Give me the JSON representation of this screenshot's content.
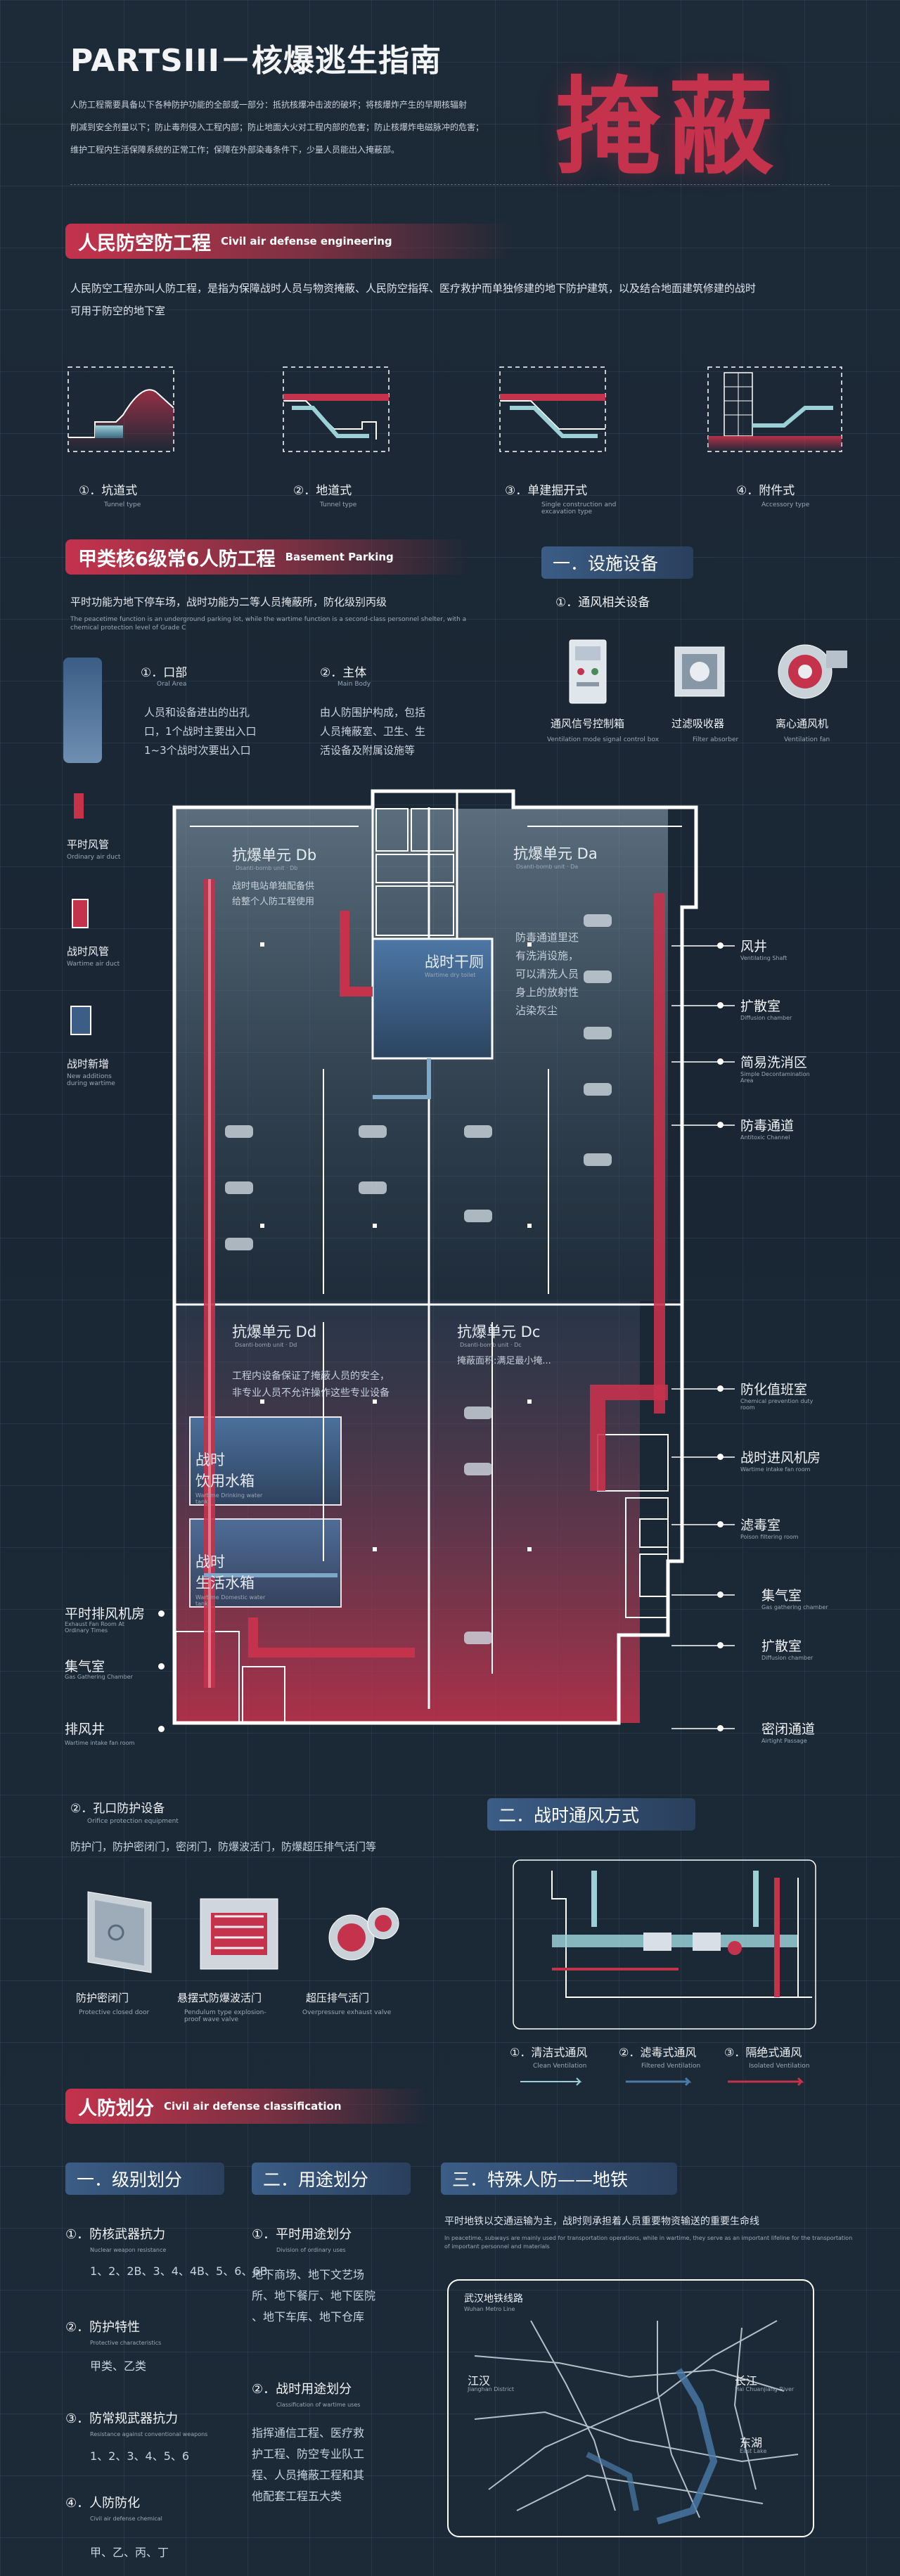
{
  "header": {
    "title": "PARTSIII－核爆逃生指南",
    "big_title": "掩蔽",
    "intro_lines": [
      "人防工程需要具备以下各种防护功能的全部或一部分：抵抗核爆冲击波的破坏；将核爆炸产生的早期核辐射",
      "削减到安全剂量以下；防止毒剂侵入工程内部；防止地面大火对工程内部的危害；防止核爆炸电磁脉冲的危害；",
      "维护工程内生活保障系统的正常工作；保障在外部染毒条件下，少量人员能出入掩蔽部。"
    ]
  },
  "section1": {
    "title_cn": "人民防空防工程",
    "title_en": "Civil air defense engineering",
    "paragraph_lines": [
      "人民防空工程亦叫人防工程，是指为保障战时人员与物资掩蔽、人民防空指挥、医疗救护而单独修建的地下防护建筑，以及结合地面建筑修建的战时",
      "可用于防空的地下室"
    ],
    "types": [
      {
        "label": "①．坑道式",
        "en": "Tunnel type"
      },
      {
        "label": "②．地道式",
        "en": "Tunnel type"
      },
      {
        "label": "③．单建掘开式",
        "en": "Single construction and excavation type"
      },
      {
        "label": "④．附件式",
        "en": "Accessory type"
      }
    ]
  },
  "section2": {
    "title_cn": "甲类核6级常6人防工程",
    "title_en": "Basement Parking",
    "desc_cn": "平时功能为地下停车场，战时功能为二等人员掩蔽所，防化级别丙级",
    "desc_en_1": "The peacetime function is an underground parking lot, while the wartime function is a second-class personnel shelter, with a",
    "desc_en_2": "chemical protection level of Grade C",
    "entrance": {
      "title": "①．口部",
      "en": "Oral Area",
      "lines": [
        "人员和设备进出的出孔",
        "口，1个战时主要出入口",
        "1~3个战时次要出入口"
      ]
    },
    "main": {
      "title": "②．主体",
      "en": "Main Body",
      "lines": [
        "由人防围护构成，包括",
        "人员掩蔽室、卫生、生",
        "活设备及附属设施等"
      ]
    },
    "left_legend": [
      {
        "label": "平时风管",
        "en": "Ordinary air duct"
      },
      {
        "label": "战时风管",
        "en": "Wartime air duct"
      },
      {
        "label": "战时新增",
        "en": "New additions during wartime"
      }
    ]
  },
  "facilities": {
    "title": "一．设施设备",
    "sub": "①．通风相关设备",
    "items": [
      {
        "label": "通风信号控制箱",
        "en": "Ventilation mode signal control box"
      },
      {
        "label": "过滤吸收器",
        "en": "Filter absorber"
      },
      {
        "label": "离心通风机",
        "en": "Ventilation fan"
      }
    ]
  },
  "plan": {
    "units": [
      {
        "name": "抗爆单元 Db",
        "en": "Dsanti-bomb unit · Db",
        "note_lines": [
          "战时电站单独配备供",
          "给整个人防工程使用"
        ]
      },
      {
        "name": "抗爆单元 Da",
        "en": "Dsanti-bomb unit · Da",
        "note_lines": [
          "防毒通道里还",
          "有洗消设施，",
          "可以清洗人员",
          "身上的放射性",
          "沾染灰尘"
        ]
      },
      {
        "name": "抗爆单元 Dd",
        "en": "Dsanti-bomb unit · Dd",
        "note_lines": [
          "工程内设备保证了掩蔽人员的安全，",
          "非专业人员不允许操作这些专业设备"
        ]
      },
      {
        "name": "抗爆单元 Dc",
        "en": "Dsanti-bomb unit · Dc",
        "note_lines": [
          "掩蔽面积:满足最小掩..."
        ]
      }
    ],
    "rooms": [
      {
        "name": "战时干厕",
        "en": "Wartime dry toilet"
      },
      {
        "name": "战时饮用水箱",
        "line1": "战时",
        "line2": "饮用水箱",
        "en": "Wartime Drinking water tank"
      },
      {
        "name": "战时生活水箱",
        "line1": "战时",
        "line2": "生活水箱",
        "en": "Wartime Domestic water tank"
      }
    ],
    "right_callouts": [
      {
        "label": "风井",
        "en": "Ventilating Shaft"
      },
      {
        "label": "扩散室",
        "en": "Diffusion chamber"
      },
      {
        "label": "简易洗消区",
        "en": "Simple Decontamination Area"
      },
      {
        "label": "防毒通道",
        "en": "Antitoxic Channel"
      },
      {
        "label": "防化值班室",
        "en": "Chemical prevention duty room"
      },
      {
        "label": "战时进风机房",
        "en": "Wartime intake fan room"
      },
      {
        "label": "滤毒室",
        "en": "Poison filtering room"
      },
      {
        "label": "集气室",
        "en": "Gas gathering chamber"
      },
      {
        "label": "扩散室",
        "en": "Diffusion chamber"
      },
      {
        "label": "密闭通道",
        "en": "Airtight Passage"
      }
    ],
    "left_callouts": [
      {
        "label": "平时排风机房",
        "en": "Exhaust Fan Room At Ordinary Times"
      },
      {
        "label": "集气室",
        "en": "Gas Gathering Chamber"
      },
      {
        "label": "排风井",
        "en": "Wartime intake fan room"
      }
    ]
  },
  "protection": {
    "title": "②．孔口防护设备",
    "en": "Orifice protection equipment",
    "list": "防护门，防护密闭门，密闭门，防爆波活门，防爆超压排气活门等",
    "items": [
      {
        "label": "防护密闭门",
        "en": "Protective closed door"
      },
      {
        "label": "悬摆式防爆波活门",
        "en": "Pendulum type explosion-proof wave valve"
      },
      {
        "label": "超压排气活门",
        "en": "Overpressure exhaust valve"
      }
    ]
  },
  "ventilation": {
    "title": "二．战时通风方式",
    "modes": [
      {
        "label": "①．清洁式通风",
        "en": "Clean Ventilation"
      },
      {
        "label": "②．滤毒式通风",
        "en": "Filtered Ventilation"
      },
      {
        "label": "③．隔绝式通风",
        "en": "Isolated Ventilation"
      }
    ]
  },
  "classification": {
    "title_cn": "人防划分",
    "title_en": "Civil air defense classification",
    "level": {
      "title": "一．级别划分",
      "items": [
        {
          "title": "①．防核武器抗力",
          "en": "Nuclear weapon resistance",
          "value": "1、2、2B、3、4、4B、5、6、6B"
        },
        {
          "title": "②．防护特性",
          "en": "Protective characteristics",
          "value": "甲类、乙类"
        },
        {
          "title": "③．防常规武器抗力",
          "en": "Resistance against conventional weapons",
          "value": "1、2、3、4、5、6"
        },
        {
          "title": "④．人防防化",
          "en": "Civil air defense chemical",
          "value": "甲、乙、丙、丁"
        }
      ]
    },
    "use": {
      "title": "二．用途划分",
      "items": [
        {
          "title": "①．平时用途划分",
          "en": "Division of ordinary uses",
          "lines": [
            "地下商场、地下文艺场",
            "所、地下餐厅、地下医院",
            "、地下车库、地下仓库"
          ]
        },
        {
          "title": "②．战时用途划分",
          "en": "Classification of wartime uses",
          "lines": [
            "指挥通信工程、医疗救",
            "护工程、防空专业队工",
            "程、人员掩蔽工程和其",
            "他配套工程五大类"
          ]
        }
      ]
    },
    "special": {
      "title": "三．特殊人防——地铁",
      "desc": "平时地铁以交通运输为主，战时则承担着人员重要物资输送的重要生命线",
      "desc_en_1": "In peacetime, subways are mainly used for transportation operations, while in wartime, they serve as an important lifeline for the transportation",
      "desc_en_2": "of important personnel and materials",
      "map_title": "武汉地铁线路",
      "map_title_en": "Wuhan Metro Line",
      "districts": [
        {
          "name": "江汉",
          "en": "Jianghan District"
        },
        {
          "name": "长江",
          "en": "Hai Chuanjiang River"
        },
        {
          "name": "东湖",
          "en": "East Lake"
        }
      ]
    }
  },
  "colors": {
    "accent_red": "#c5324c",
    "accent_blue": "#3b5d86",
    "bg": "#1c2a38"
  }
}
